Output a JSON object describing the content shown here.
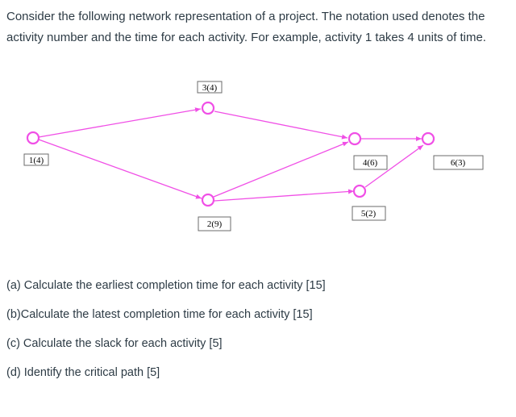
{
  "intro": "Consider the following network representation of a project.  The notation used denotes the activity number and the time for each activity. For example, activity 1 takes 4 units of time.",
  "diagram": {
    "edge_color": "#f04fe6",
    "nodes": [
      {
        "id": "n1",
        "label": "1(4)"
      },
      {
        "id": "n2",
        "label": "2(9)"
      },
      {
        "id": "n3",
        "label": "3(4)"
      },
      {
        "id": "n4",
        "label": "4(6)"
      },
      {
        "id": "n5",
        "label": "5(2)"
      },
      {
        "id": "n6",
        "label": "6(3)"
      }
    ]
  },
  "questions": [
    "(a) Calculate the earliest completion time for each activity  [15]",
    "(b)Calculate the latest completion time for each activity [15]",
    "(c) Calculate the slack for each activity [5]",
    "(d) Identify the critical path [5]"
  ]
}
